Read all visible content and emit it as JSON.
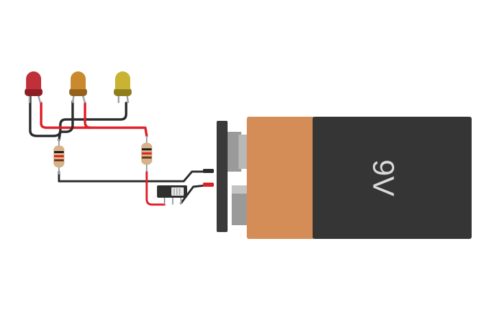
{
  "battery": {
    "label": "9V",
    "colors": {
      "body": "#353535",
      "band": "#d48d56",
      "terminal": "#9a9a9a",
      "clip": "#3a3a3a"
    }
  },
  "leds": [
    {
      "color_name": "red",
      "color": "#c0303a",
      "dark": "#8e1e26"
    },
    {
      "color_name": "orange",
      "color": "#c98a2e",
      "dark": "#94621c"
    },
    {
      "color_name": "yellow",
      "color": "#c8b332",
      "dark": "#8f7e1c"
    }
  ],
  "wires": {
    "positive": "#e01e27",
    "negative": "#2b2b2b",
    "leg": "#9aa3a8"
  },
  "resistor": {
    "body": "#d8b38a",
    "bands": [
      "#1e1e1e",
      "#e0231d",
      "#6a3a1a"
    ]
  },
  "switch": {
    "body": "#2f2f2f",
    "slider": "#e6e6e6"
  }
}
